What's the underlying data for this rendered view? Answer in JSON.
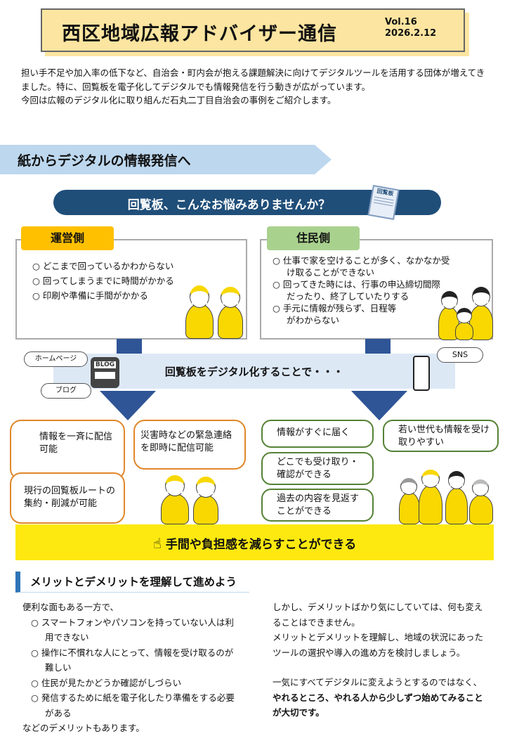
{
  "header": {
    "title": "西区地域広報アドバイザー通信",
    "vol": "Vol.16",
    "date": "2026.2.12"
  },
  "intro": [
    "担い手不足や加入率の低下など、自治会・町内会が抱える課題解決に向けてデジタルツールを活用する団体が増えてきました。特に、回覧板を電子化してデジタルでも情報発信を行う動きが広がっています。",
    "今回は広報のデジタル化に取り組んだ石丸二丁目自治会の事例をご紹介します。"
  ],
  "section1": {
    "title": "紙からデジタルの情報発信へ"
  },
  "question": {
    "text": "回覧板、こんなお悩みありませんか？",
    "icon_label": "回覧板"
  },
  "operator": {
    "tag": "運営側",
    "items": [
      "○ どこまで回っているかわからない",
      "○ 回ってしまうまでに時間がかかる",
      "○ 印刷や準備に手間がかかる"
    ]
  },
  "resident": {
    "tag": "住民側",
    "items": [
      "○ 仕事で家を空けることが多く、なかなか受け取ることができない",
      "○ 回ってきた時には、行事の申込締切間際だったり、終了していたりする",
      "○ 手元に情報が残らず、日程等がわからない"
    ]
  },
  "digital": {
    "text": "回覧板をデジタル化することで・・・",
    "homepage": "ホームページ",
    "blog": "ブログ",
    "blog_icon": "BLOG",
    "sns": "SNS"
  },
  "benefits_operator": [
    "情報を一斉に配信可能",
    "災害時などの緊急連絡を即時に配信可能",
    "現行の回覧板ルートの集約・削減が可能"
  ],
  "benefits_resident": [
    "情報がすぐに届く",
    "若い世代も情報を受け取りやすい",
    "どこでも受け取り・確認ができる",
    "過去の内容を見返すことができる"
  ],
  "conclusion": "手間や負担感を減らすことができる",
  "section2": {
    "title": "メリットとデメリットを理解して進めよう",
    "left_intro": "便利な面もある一方で、",
    "left_items": [
      "○ スマートフォンやパソコンを持っていない人は利用できない",
      "○ 操作に不慣れな人にとって、情報を受け取るのが難しい",
      "○ 住民が見たかどうか確認がしづらい",
      "○ 発信するために紙を電子化したり準備をする必要がある"
    ],
    "left_outro": "などのデメリットもあります。",
    "right_p1": "しかし、デメリットばかり気にしていては、何も変えることはできません。",
    "right_p2": "メリットとデメリットを理解し、地域の状況にあったツールの選択や導入の進め方を検討しましょう。",
    "right_p3": "一気にすべてデジタルに変えようとするのではなく、",
    "right_p3_bold": "やれるところ、やれる人から少しずつ始めてみることが大切です。"
  },
  "colors": {
    "title_bg": "#fce5a0",
    "banner": "#bdd7ee",
    "navy": "#1f4e79",
    "operator": "#ffc000",
    "resident": "#a9d18e",
    "orange_border": "#e0872a",
    "green_border": "#548235",
    "yellow": "#fde910",
    "accent_blue": "#2e75b6"
  }
}
